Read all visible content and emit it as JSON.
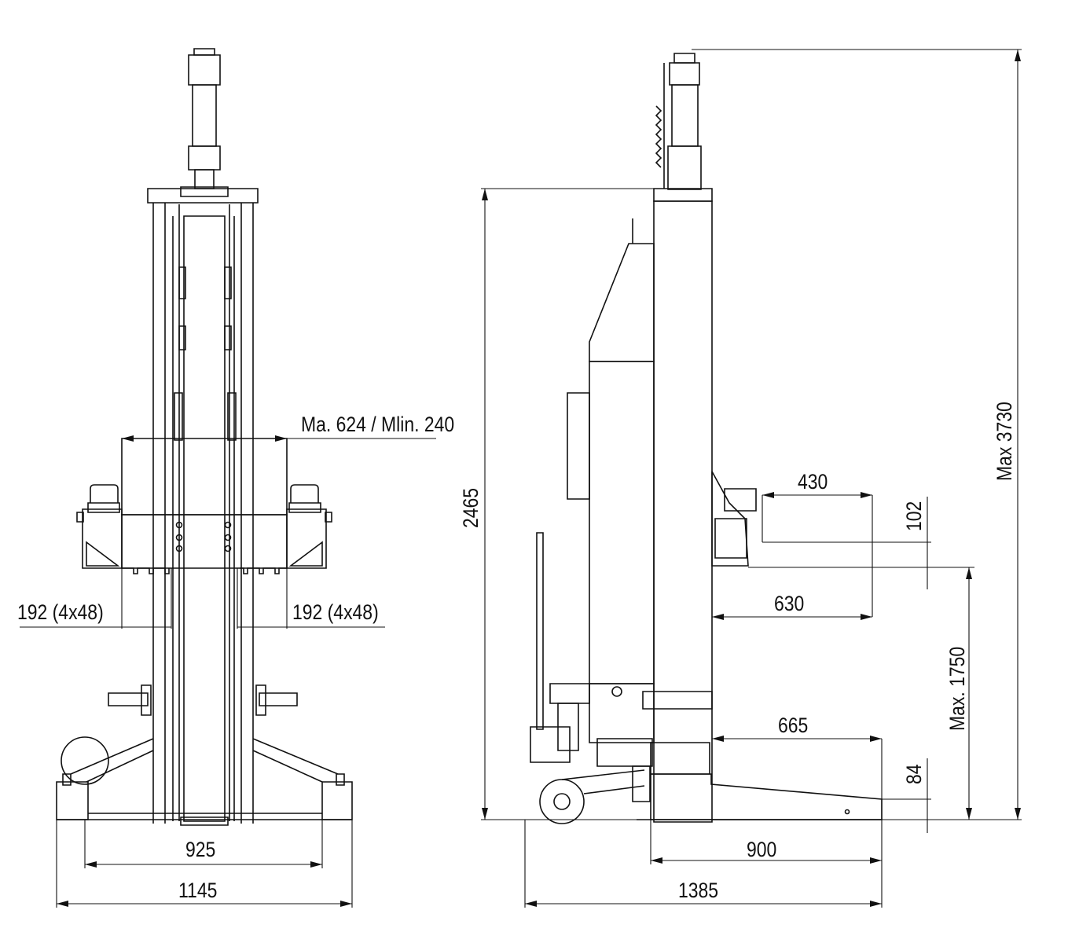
{
  "front_view": {
    "dim_width_range": "Ma. 624 / Mlin. 240",
    "dim_left_fork": "192  (4x48)",
    "dim_right_fork": "192  (4x48)",
    "dim_inner_base": "925",
    "dim_total_base": "1145"
  },
  "side_view": {
    "dim_height_column": "2465",
    "dim_max_height": "Max 3730",
    "dim_pad_length": "430",
    "dim_pad_height": "102",
    "dim_pad_reach": "630",
    "dim_max_lift": "Max. 1750",
    "dim_foot_reach": "665",
    "dim_foot_height": "84",
    "dim_foot_length": "900",
    "dim_total_length": "1385"
  },
  "colors": {
    "line": "#111111",
    "background": "#ffffff"
  }
}
